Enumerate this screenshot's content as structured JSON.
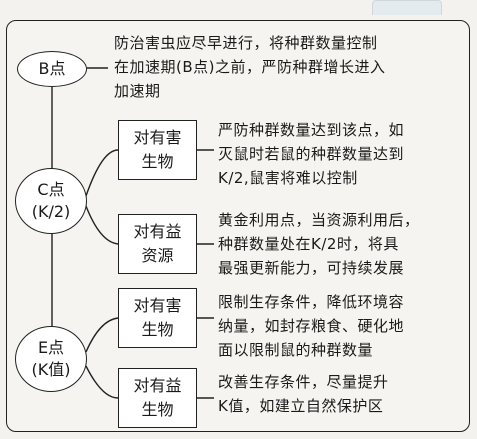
{
  "nodes": {
    "b_point": {
      "label": "B点"
    },
    "c_point": {
      "line1": "C点",
      "line2": "(K/2)"
    },
    "e_point": {
      "line1": "E点",
      "line2": "(K值)"
    }
  },
  "b_desc": {
    "lines": [
      "防治害虫应尽早进行，将种群数量控制",
      "在加速期(B点)之前，严防种群增长进入",
      "加速期"
    ]
  },
  "c_branches": [
    {
      "box": [
        "对有害",
        "生物"
      ],
      "desc": [
        "严防种群数量达到该点，如",
        "灭鼠时若鼠的种群数量达到",
        "K/2,鼠害将难以控制"
      ]
    },
    {
      "box": [
        "对有益",
        "资源"
      ],
      "desc": [
        "黄金利用点，当资源利用后，",
        "种群数量处在K/2时，将具",
        "最强更新能力，可持续发展"
      ]
    }
  ],
  "e_branches": [
    {
      "box": [
        "对有害",
        "生物"
      ],
      "desc": [
        "限制生存条件，降低环境容",
        "纳量，如封存粮食、硬化地",
        "面以限制鼠的种群数量"
      ]
    },
    {
      "box": [
        "对有益",
        "生物"
      ],
      "desc": [
        "改善生存条件，尽量提升",
        "K值，如建立自然保护区"
      ]
    }
  ]
}
